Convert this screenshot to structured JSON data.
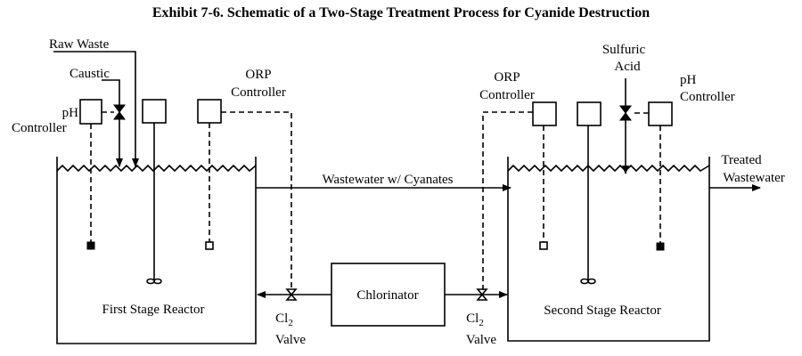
{
  "title": "Exhibit 7-6. Schematic of a Two-Stage Treatment Process for Cyanide Destruction",
  "labels": {
    "raw_waste": "Raw Waste",
    "caustic": "Caustic",
    "ph": "pH",
    "controller": "Controller",
    "orp": "ORP",
    "sulfuric": "Sulfuric",
    "acid": "Acid",
    "treated": "Treated",
    "wastewater": "Wastewater",
    "flow": "Wastewater w/ Cyanates",
    "chlorinator": "Chlorinator",
    "cl": "Cl",
    "cl_sub": "2",
    "valve": "Valve",
    "first_reactor": "First Stage Reactor",
    "second_reactor": "Second Stage Reactor"
  }
}
